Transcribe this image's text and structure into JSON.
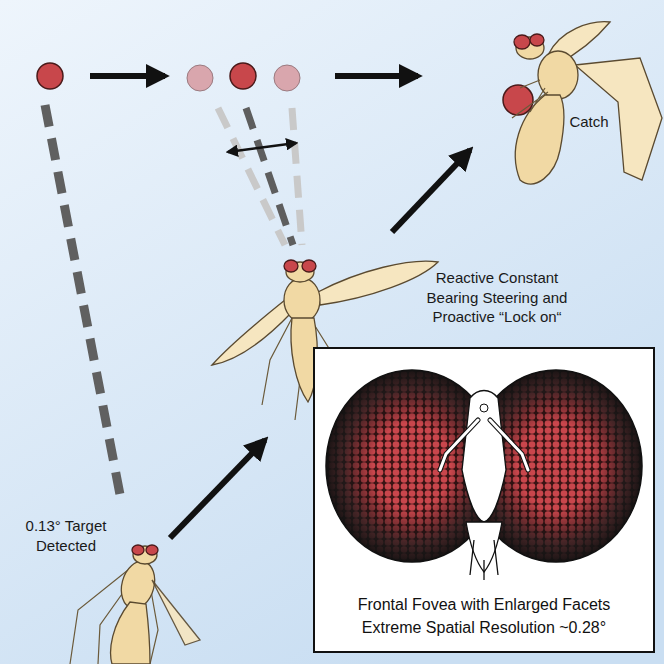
{
  "diagram": {
    "nodes": [
      {
        "text": [
          "Frontal Fovea with Enlarged Facets",
          "Extreme Spatial Resolution ~0.28°"
        ]
      }
    ],
    "labels": [
      "Catch",
      "Reactive Constant Bearing Steering and Proactive “Lock on“",
      "0.13° Target Detected"
    ]
  }
}
